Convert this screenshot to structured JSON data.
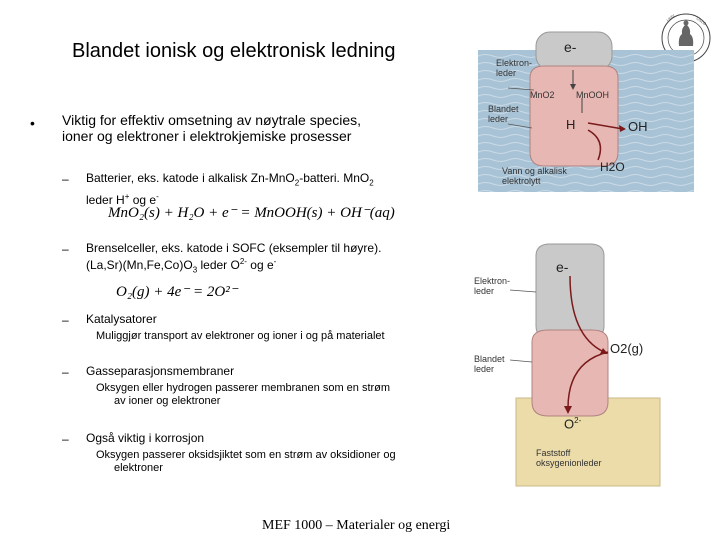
{
  "title": "Blandet ionisk og elektronisk ledning",
  "main_bullet": {
    "marker": "•",
    "line1": "Viktig for effektiv omsetning av nøytrale species,",
    "line2": "ioner og elektroner i elektrokjemiske prosesser"
  },
  "sub_items": [
    {
      "dash": "–",
      "line1": "Batterier, eks. katode i alkalisk Zn-Mn",
      "line1_sub": "O",
      "line1_rest": "",
      "raw": "Batterier, eks. katode i alkalisk Zn-MnO2-batteri. MnO2 leder H+ og e-"
    },
    {
      "dash": "–"
    },
    {
      "dash": "–",
      "text": "Katalysatorer",
      "note": "Muliggjør transport av elektroner og ioner i og på materialet"
    },
    {
      "dash": "–",
      "text": "Gasseparasjonsmembraner",
      "note1": "Oksygen eller hydrogen passerer membranen som en strøm",
      "note2": "av ioner og elektroner"
    },
    {
      "dash": "–",
      "text": "Også viktig i korrosjon",
      "note1": "Oksygen passerer oksidsjiktet som en strøm av oksidioner og",
      "note2": "elektroner"
    }
  ],
  "battery_line1_a": "Batterier, eks. katode i alkalisk Zn-MnO",
  "battery_line1_sub": "2",
  "battery_line1_b": "-batteri. MnO",
  "battery_line1_sub2": "2",
  "battery_line2_a": "leder H",
  "battery_line2_sup": "+",
  "battery_line2_b": " og e",
  "battery_line2_sup2": "-",
  "equation1": "MnO₂(s) + H₂O + e⁻ = MnOOH(s) + OH⁻(aq)",
  "fuelcell_line1": "Brenselceller, eks. katode i SOFC (eksempler til høyre).",
  "fuelcell_line2_a": "(La,Sr)(Mn,Fe,Co)O",
  "fuelcell_line2_sub": "3",
  "fuelcell_line2_b": " leder O",
  "fuelcell_line2_sup": "2-",
  "fuelcell_line2_c": " og e",
  "fuelcell_line2_sup2": "-",
  "equation2": "O₂(g) + 4e⁻ = 2O²⁻",
  "footer": "MEF 1000 – Materialer og energi",
  "diagram1": {
    "electron_label": "e-",
    "label_elektronleder": [
      "Elektron-",
      "leder"
    ],
    "label_blandet": [
      "Blandet",
      "leder"
    ],
    "label_vann": [
      "Vann og alkalisk",
      "elektrolytt"
    ],
    "mno2": "MnO2",
    "mnooh": "MnOOH",
    "h_minus": "H",
    "oh_minus": "OH",
    "h2o": "H2O",
    "colors": {
      "water": "#a9c3d6",
      "electron_blob": "#c9c9c9",
      "mixed_blob": "#e6b7b3"
    }
  },
  "diagram2": {
    "electron_label": "e-",
    "o2g": "O2(g)",
    "o2minus": "O",
    "o2minus_sup": "2-",
    "label_elektronleder": [
      "Elektron-",
      "leder"
    ],
    "label_blandet": [
      "Blandet",
      "leder"
    ],
    "label_faststoff": [
      "Faststoff",
      "oksygenionleder"
    ],
    "colors": {
      "electron_blob": "#c9c9c9",
      "mixed_blob": "#e6b7b3",
      "electrolyte": "#ecdcaa"
    }
  },
  "seal_alt": "University seal"
}
